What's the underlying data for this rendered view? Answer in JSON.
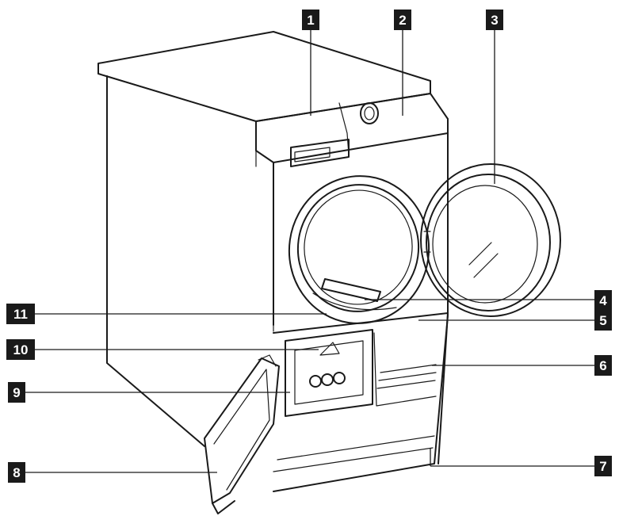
{
  "callouts": [
    {
      "id": "1",
      "label": "1"
    },
    {
      "id": "2",
      "label": "2"
    },
    {
      "id": "3",
      "label": "3"
    },
    {
      "id": "4",
      "label": "4"
    },
    {
      "id": "5",
      "label": "5"
    },
    {
      "id": "6",
      "label": "6"
    },
    {
      "id": "7",
      "label": "7"
    },
    {
      "id": "8",
      "label": "8"
    },
    {
      "id": "9",
      "label": "9"
    },
    {
      "id": "10",
      "label": "10"
    },
    {
      "id": "11",
      "label": "11"
    }
  ],
  "colors": {
    "ink": "#1a1a1a",
    "background": "#ffffff",
    "badge_text": "#ffffff"
  }
}
